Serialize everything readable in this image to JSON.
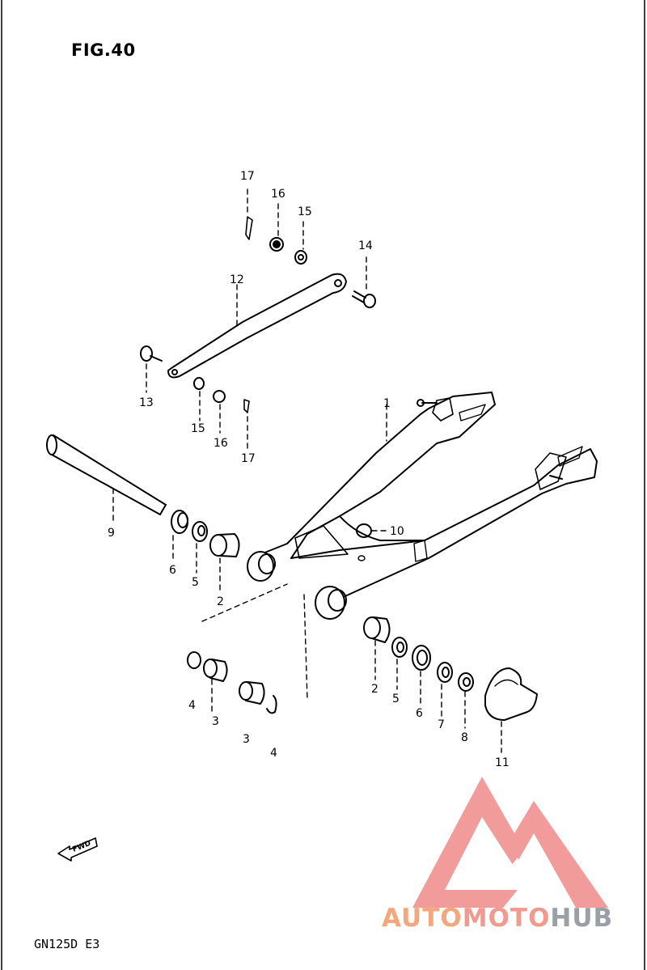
{
  "figure": {
    "title": "FIG.40",
    "model_code": "GN125D  E3",
    "fwd_arrow_label": "FWD"
  },
  "callouts": {
    "c1": "1",
    "c2a": "2",
    "c2b": "2",
    "c3a": "3",
    "c3b": "3",
    "c4a": "4",
    "c4b": "4",
    "c5a": "5",
    "c5b": "5",
    "c6a": "6",
    "c6b": "6",
    "c7": "7",
    "c8": "8",
    "c9": "9",
    "c10": "10",
    "c11": "11",
    "c12": "12",
    "c13": "13",
    "c14": "14",
    "c15a": "15",
    "c15b": "15",
    "c16a": "16",
    "c16b": "16",
    "c17a": "17",
    "c17b": "17"
  },
  "watermark": {
    "word_part1": "AUTO",
    "word_part2": "MOTO",
    "word_part3": "HUB",
    "color_logo": "#f08a8a",
    "color_part1": "#f4a77a",
    "color_part2": "#f29a8f",
    "color_part3": "#9aa0a6"
  },
  "colors": {
    "ink": "#000000",
    "paper": "#ffffff"
  }
}
